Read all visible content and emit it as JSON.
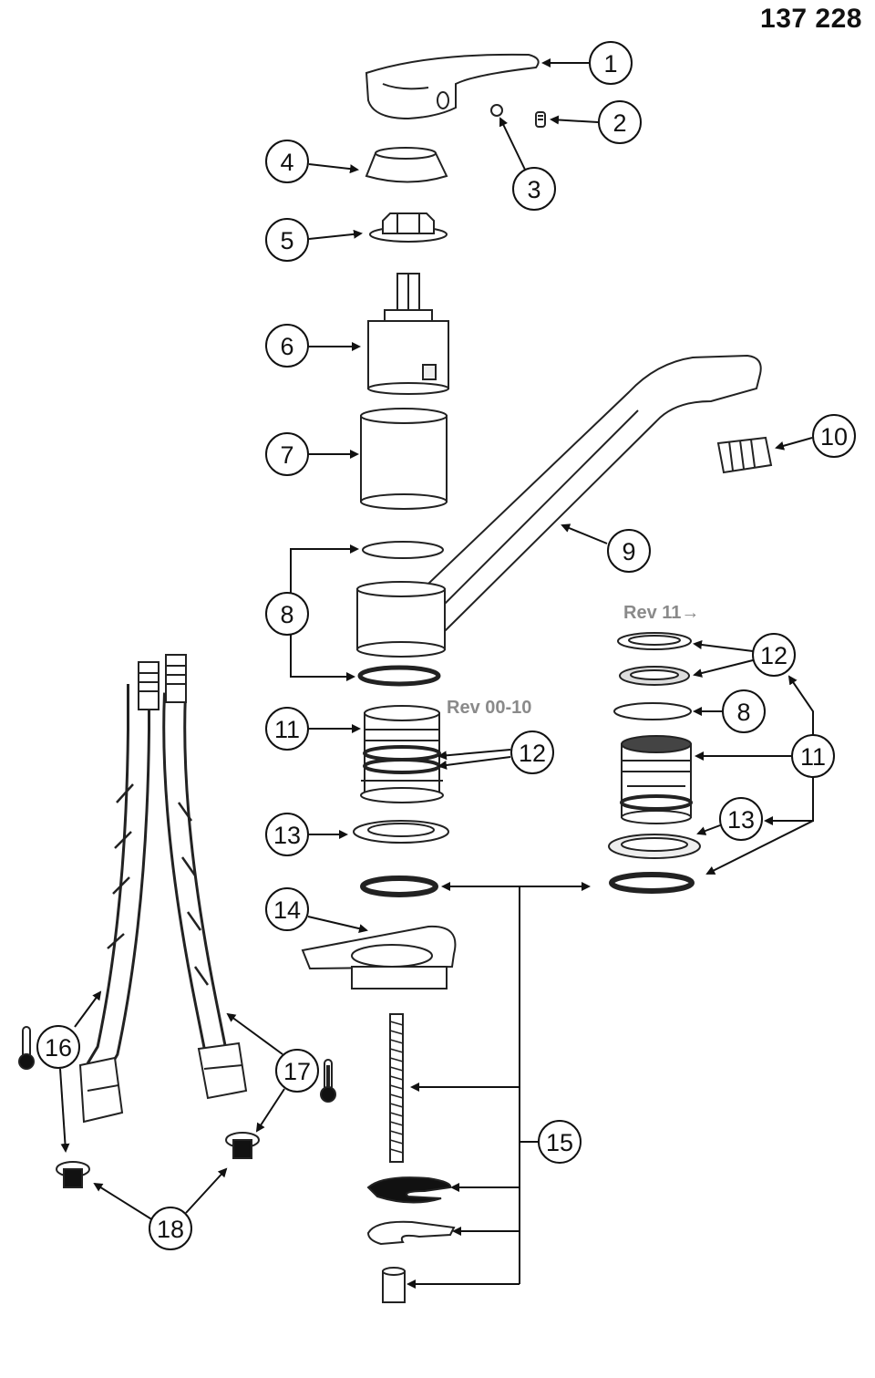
{
  "document_number": "137 228",
  "revision_labels": {
    "old": "Rev 00-10",
    "new": "Rev 11→"
  },
  "callouts": {
    "c1": "1",
    "c2": "2",
    "c3": "3",
    "c4": "4",
    "c5": "5",
    "c6": "6",
    "c7": "7",
    "c8": "8",
    "c8b": "8",
    "c9": "9",
    "c10": "10",
    "c11": "11",
    "c11b": "11",
    "c12": "12",
    "c12b": "12",
    "c13": "13",
    "c13b": "13",
    "c14": "14",
    "c15": "15",
    "c16": "16",
    "c17": "17",
    "c18": "18"
  },
  "icons": {
    "cold": "cold-thermometer-icon",
    "hot": "hot-thermometer-icon"
  }
}
